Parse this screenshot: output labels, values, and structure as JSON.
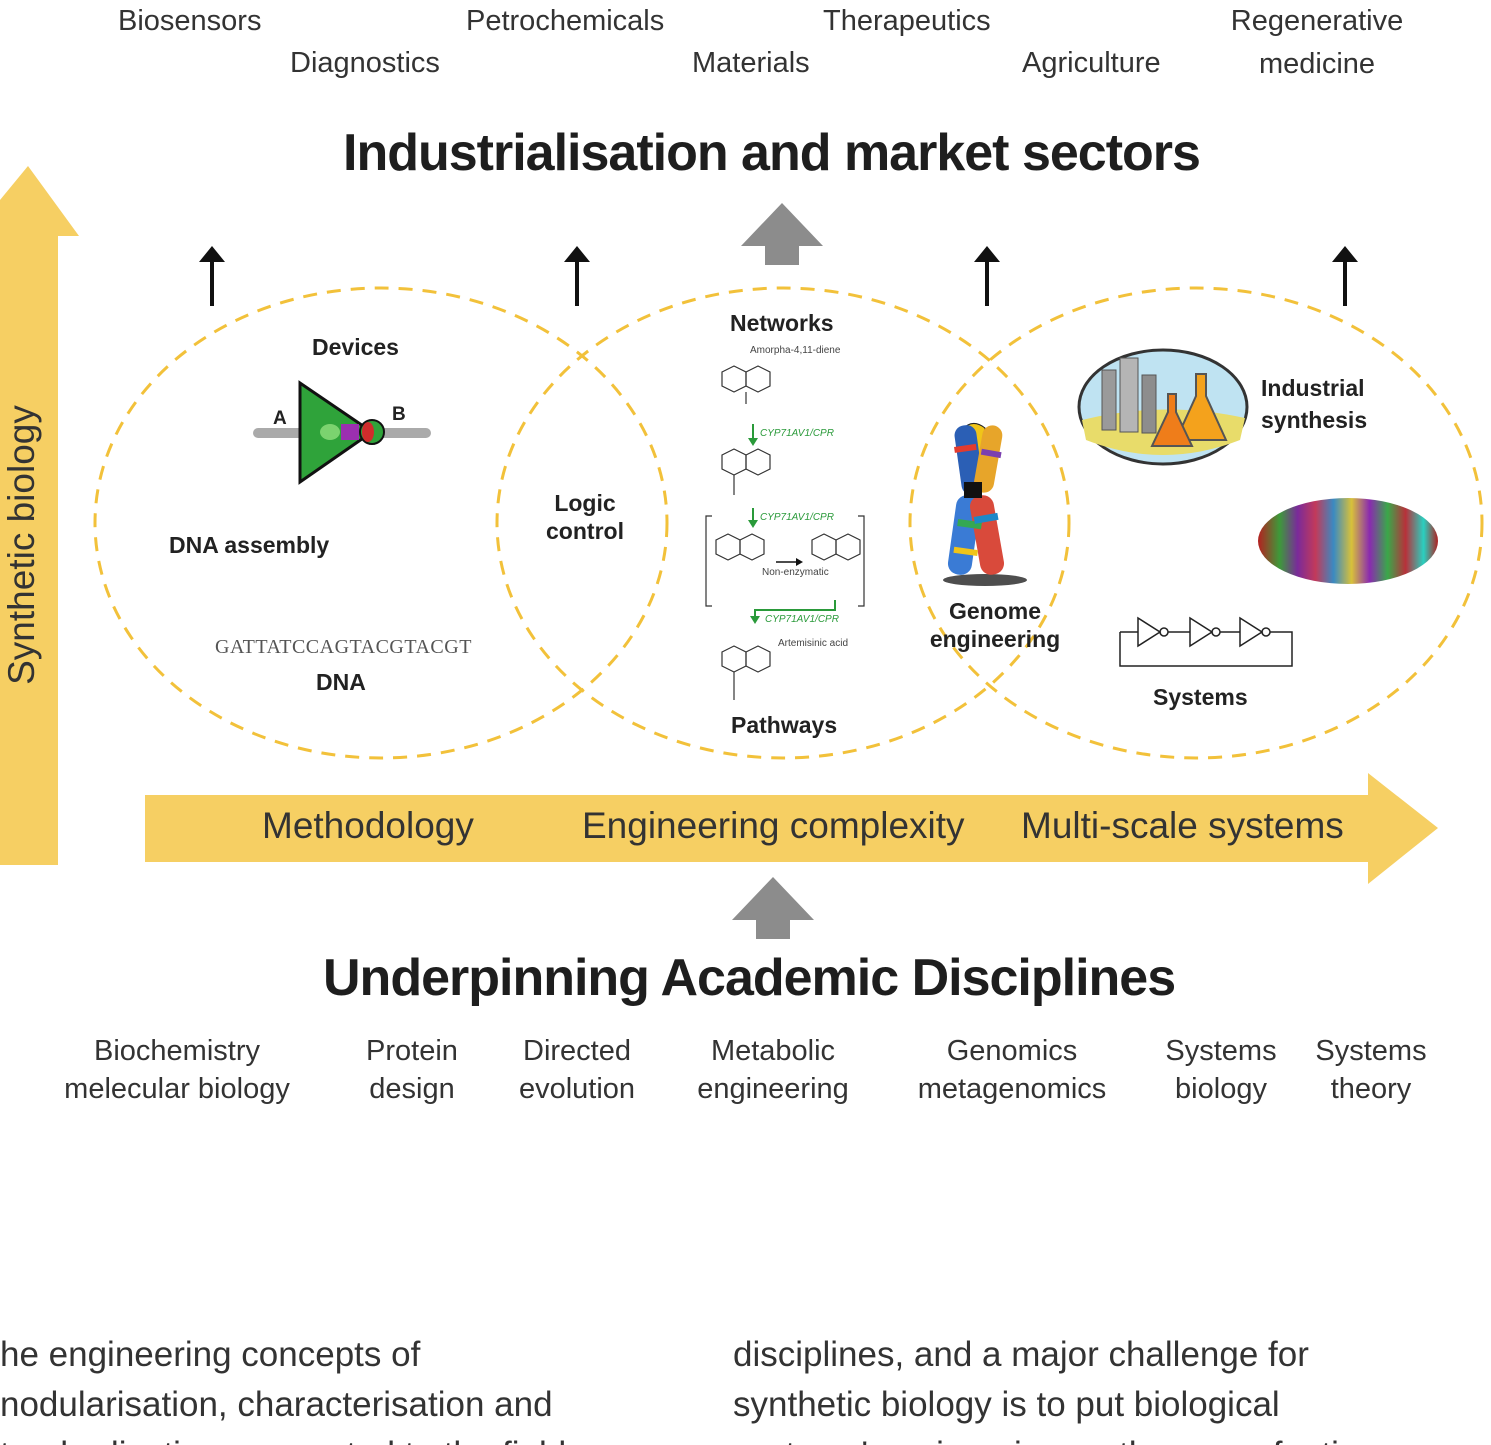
{
  "colors": {
    "yellow": "#f6cf63",
    "dashed": "#f2c13a",
    "grey_arrow": "#8c8c8c"
  },
  "sectors": {
    "biosensors": "Biosensors",
    "diagnostics": "Diagnostics",
    "petrochemicals": "Petrochemicals",
    "materials": "Materials",
    "therapeutics": "Therapeutics",
    "agriculture": "Agriculture",
    "regenerative_1": "Regenerative",
    "regenerative_2": "medicine"
  },
  "titles": {
    "top": "Industrialisation and market sectors",
    "bottom": "Underpinning Academic Disciplines"
  },
  "side_label": "Synthetic biology",
  "circle_labels": {
    "devices": "Devices",
    "gate_a": "A",
    "gate_b": "B",
    "dna_assembly": "DNA assembly",
    "dna_sequence": "GATTATCCAGTACGTACGT",
    "dna": "DNA",
    "logic_1": "Logic",
    "logic_2": "control",
    "networks": "Networks",
    "pathways": "Pathways",
    "genome_1": "Genome",
    "genome_2": "engineering",
    "industrial_1": "Industrial",
    "industrial_2": "synthesis",
    "systems": "Systems"
  },
  "pathway": {
    "start": "Amorpha-4,11-diene",
    "enzyme_1": "CYP71AV1/CPR",
    "enzyme_2": "CYP71AV1/CPR",
    "non_enzymatic": "Non-enzymatic",
    "enzyme_3": "CYP71AV1/CPR",
    "end": "Artemisinic acid"
  },
  "band": {
    "methodology": "Methodology",
    "complexity": "Engineering complexity",
    "multiscale": "Multi-scale systems"
  },
  "disciplines": {
    "biochem_1": "Biochemistry",
    "biochem_2": "melecular biology",
    "protein_1": "Protein",
    "protein_2": "design",
    "directed_1": "Directed",
    "directed_2": "evolution",
    "metabolic_1": "Metabolic",
    "metabolic_2": "engineering",
    "genomics_1": "Genomics",
    "genomics_2": "metagenomics",
    "sysbio_1": "Systems",
    "sysbio_2": "biology",
    "systheory_1": "Systems",
    "systheory_2": "theory"
  },
  "body_text": {
    "left_1": "he engineering concepts of",
    "left_2": "nodularisation, characterisation and",
    "left_3": "tandardisation are central to the field",
    "right_1": "disciplines, and a major challenge for",
    "right_2": "synthetic biology is to put biological",
    "right_3": "systems' engineering on the same footing"
  }
}
